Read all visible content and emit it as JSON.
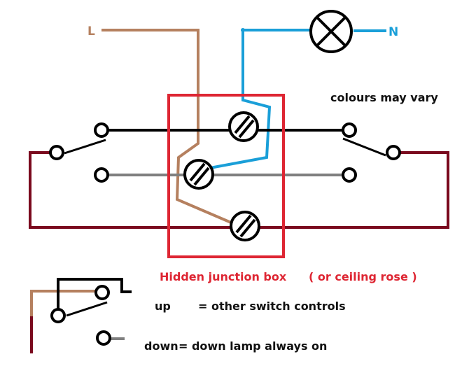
{
  "labels": {
    "live": "L",
    "neutral": "N",
    "colours_note": "colours may vary",
    "junction_box": "Hidden junction box",
    "junction_box_alt": "( or ceiling rose )",
    "legend_up_key": "up",
    "legend_up_value": "= other switch controls",
    "legend_down_key": "down",
    "legend_down_value": "= down lamp always on"
  },
  "colors": {
    "live_brown": "#b5805f",
    "neutral_blue": "#1a9fd8",
    "strapper_black": "#000000",
    "strapper_grey": "#7f7f7f",
    "common_maroon": "#7a0a1e",
    "junction_red": "#de2633",
    "text_black": "#111111"
  },
  "components": {
    "lamp": "lamp-symbol",
    "terminals": [
      "terminal-top",
      "terminal-middle",
      "terminal-bottom"
    ],
    "switches": [
      "switch-left",
      "switch-right",
      "switch-legend"
    ]
  }
}
